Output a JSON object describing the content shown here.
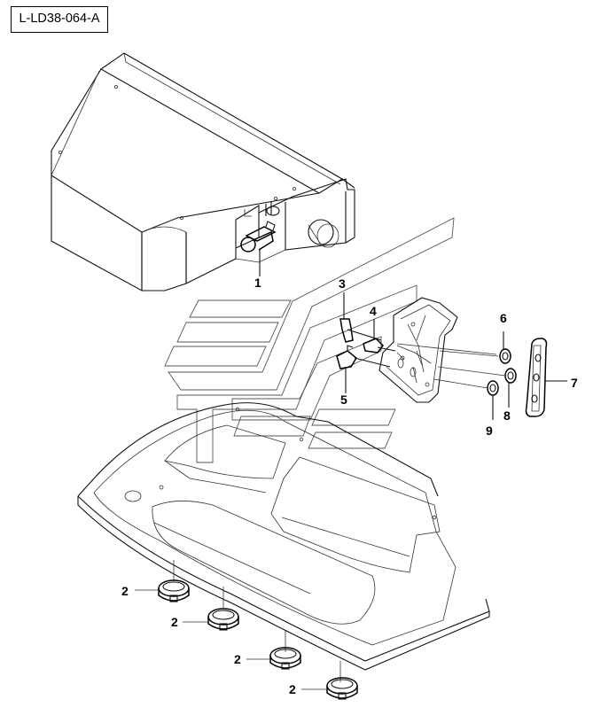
{
  "diagram_ref": "L-LD38-064-A",
  "callouts": [
    {
      "id": "1",
      "label": "1"
    },
    {
      "id": "2a",
      "label": "2"
    },
    {
      "id": "2b",
      "label": "2"
    },
    {
      "id": "2c",
      "label": "2"
    },
    {
      "id": "2d",
      "label": "2"
    },
    {
      "id": "3",
      "label": "3"
    },
    {
      "id": "4",
      "label": "4"
    },
    {
      "id": "5",
      "label": "5"
    },
    {
      "id": "6",
      "label": "6"
    },
    {
      "id": "7",
      "label": "7"
    },
    {
      "id": "8",
      "label": "8"
    },
    {
      "id": "9",
      "label": "9"
    }
  ],
  "colors": {
    "line": "#000000",
    "background": "#ffffff"
  }
}
